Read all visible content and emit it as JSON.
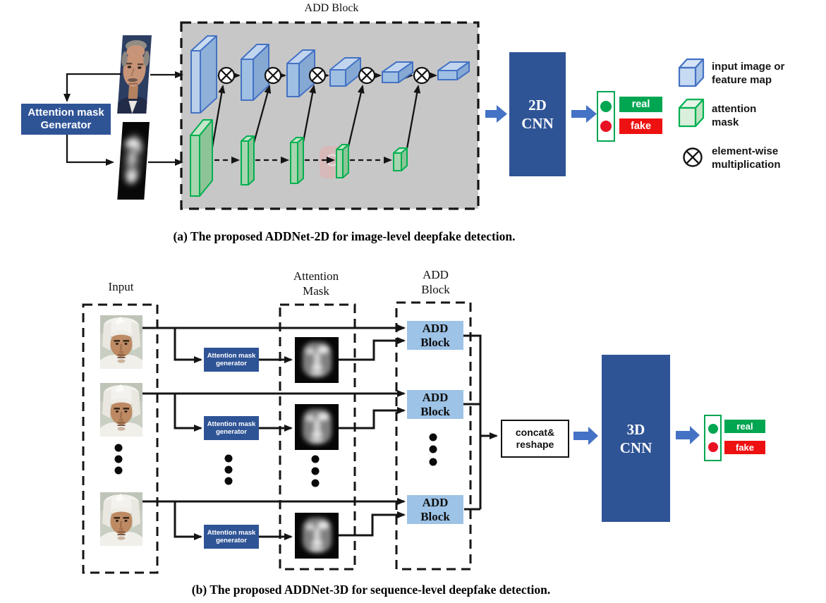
{
  "figure": {
    "panel_a": {
      "block_title": "ADD Block",
      "generator": {
        "line1": "Attention mask",
        "line2": "Generator"
      },
      "cnn": {
        "line1": "2D",
        "line2": "CNN"
      },
      "result": {
        "real": "real",
        "fake": "fake"
      },
      "caption": "(a) The proposed ADDNet-2D for image-level deepfake detection."
    },
    "legend": {
      "items": [
        {
          "icon": "feature-map-cube",
          "line1": "input image or",
          "line2": "feature map"
        },
        {
          "icon": "attention-mask-cube",
          "line1": "attention",
          "line2": "mask"
        },
        {
          "icon": "multiply-circle",
          "line1": "element-wise",
          "line2": "multiplication"
        }
      ]
    },
    "panel_b": {
      "headers": {
        "input": "Input",
        "mask_line1": "Attention",
        "mask_line2": "Mask",
        "add_line1": "ADD",
        "add_line2": "Block"
      },
      "generator": {
        "line1": "Attention mask",
        "line2": "generator"
      },
      "add_block": {
        "line1": "ADD",
        "line2": "Block"
      },
      "concat": {
        "line1": "concat&",
        "line2": "reshape"
      },
      "cnn": {
        "line1": "3D",
        "line2": "CNN"
      },
      "result": {
        "real": "real",
        "fake": "fake"
      },
      "caption": "(b) The proposed ADDNet-3D for sequence-level deepfake detection."
    },
    "colors": {
      "dark_blue": "#2F5496",
      "arrow_blue": "#4472C4",
      "feature_blue_border": "#4472C4",
      "mask_green_border": "#00B050",
      "light_blue": "#9DC3E6",
      "real_green": "#00A651",
      "fake_red": "#EE1111",
      "block_bg_gray": "#C7C7C7"
    }
  }
}
